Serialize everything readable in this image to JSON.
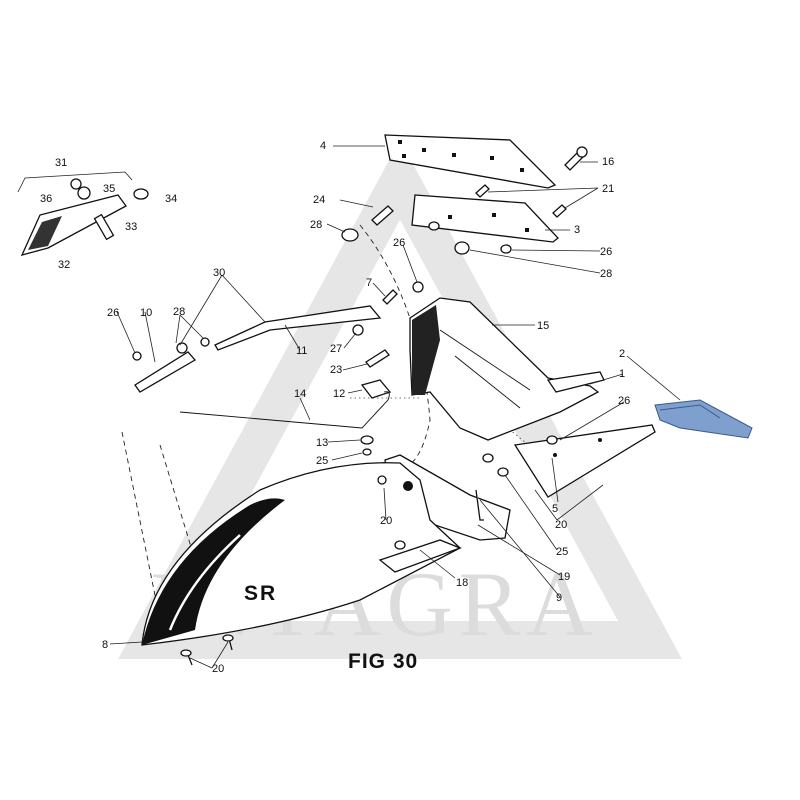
{
  "figure": {
    "title": "FIG 30",
    "watermark": "INTAGRA",
    "body_mark": "SR"
  },
  "callouts": [
    {
      "id": "c31",
      "text": "31"
    },
    {
      "id": "c36",
      "text": "36"
    },
    {
      "id": "c35",
      "text": "35"
    },
    {
      "id": "c34",
      "text": "34"
    },
    {
      "id": "c33",
      "text": "33"
    },
    {
      "id": "c32",
      "text": "32"
    },
    {
      "id": "c4",
      "text": "4"
    },
    {
      "id": "c16",
      "text": "16"
    },
    {
      "id": "c21",
      "text": "21"
    },
    {
      "id": "c24",
      "text": "24"
    },
    {
      "id": "c3",
      "text": "3"
    },
    {
      "id": "c28a",
      "text": "28"
    },
    {
      "id": "c26a",
      "text": "26"
    },
    {
      "id": "c26b",
      "text": "26"
    },
    {
      "id": "c28b",
      "text": "28"
    },
    {
      "id": "c30",
      "text": "30"
    },
    {
      "id": "c7",
      "text": "7"
    },
    {
      "id": "c26c",
      "text": "26"
    },
    {
      "id": "c10",
      "text": "10"
    },
    {
      "id": "c28c",
      "text": "28"
    },
    {
      "id": "c15",
      "text": "15"
    },
    {
      "id": "c27",
      "text": "27"
    },
    {
      "id": "c11",
      "text": "11"
    },
    {
      "id": "c2",
      "text": "2"
    },
    {
      "id": "c23",
      "text": "23"
    },
    {
      "id": "c1",
      "text": "1"
    },
    {
      "id": "c12",
      "text": "12"
    },
    {
      "id": "c14",
      "text": "14"
    },
    {
      "id": "c26d",
      "text": "26"
    },
    {
      "id": "c13",
      "text": "13"
    },
    {
      "id": "c25a",
      "text": "25"
    },
    {
      "id": "c5",
      "text": "5"
    },
    {
      "id": "c20a",
      "text": "20"
    },
    {
      "id": "c20b",
      "text": "20"
    },
    {
      "id": "c25b",
      "text": "25"
    },
    {
      "id": "c19",
      "text": "19"
    },
    {
      "id": "c9",
      "text": "9"
    },
    {
      "id": "c18",
      "text": "18"
    },
    {
      "id": "c8",
      "text": "8"
    },
    {
      "id": "c20c",
      "text": "20"
    }
  ],
  "colors": {
    "highlight_part": "#7f9fcf",
    "line": "#111111",
    "watermark": "#dcdcdc"
  }
}
